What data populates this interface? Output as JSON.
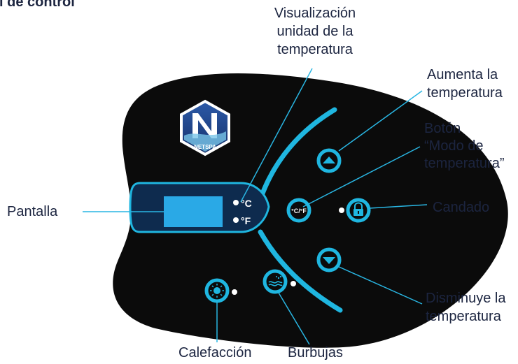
{
  "header": {
    "partial_title": "l de control"
  },
  "logo": {
    "brand": "NETSPA"
  },
  "display": {
    "unit_c": "°C",
    "unit_f": "°F"
  },
  "buttons": {
    "mode_glyph": "°C/°F"
  },
  "labels": {
    "visualizacion": [
      "Visualización",
      "unidad de la",
      "temperatura"
    ],
    "aumenta": [
      "Aumenta la",
      "temperatura"
    ],
    "boton_modo": [
      "Botón",
      "“Modo de",
      "temperatura”"
    ],
    "candado": "Candado",
    "pantalla": "Pantalla",
    "disminuye": [
      "Disminuye la",
      "temperatura"
    ],
    "calefaccion": "Calefacción",
    "burbujas": "Burbujas"
  },
  "colors": {
    "panel": "#0b0b0b",
    "accent": "#1fb6e0",
    "screen": "#2aa9e6",
    "display_strip": "#0e2b4e",
    "leader": "#29b6e3",
    "label_text": "#1c2540",
    "logo_bg": "#1d3a72"
  },
  "icons": {
    "up": "chevron-up-icon",
    "down": "chevron-down-icon",
    "lock": "lock-icon",
    "heater": "sun-icon",
    "bubbles": "bubbles-icon"
  }
}
